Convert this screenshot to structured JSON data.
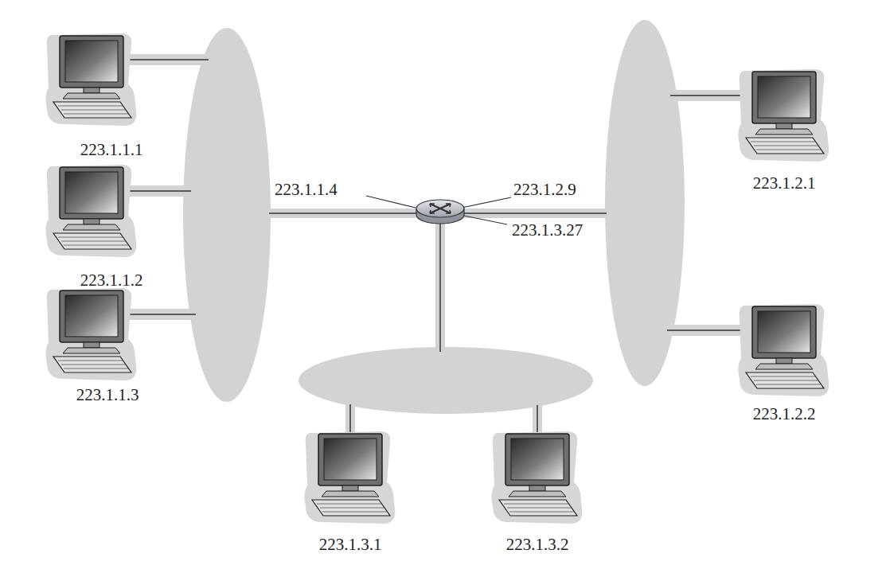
{
  "diagram": {
    "nodes": [
      {
        "text": [
          "223.1.1.1"
        ]
      },
      {
        "text": [
          "223.1.1.2"
        ]
      },
      {
        "text": [
          "223.1.1.3"
        ]
      },
      {
        "text": [
          "223.1.2.1"
        ]
      },
      {
        "text": [
          "223.1.2.2"
        ]
      },
      {
        "text": [
          "223.1.3.1"
        ]
      },
      {
        "text": [
          "223.1.3.2"
        ]
      }
    ],
    "labels": [
      "223.1.1.4",
      "223.1.2.9",
      "223.1.3.27"
    ]
  }
}
